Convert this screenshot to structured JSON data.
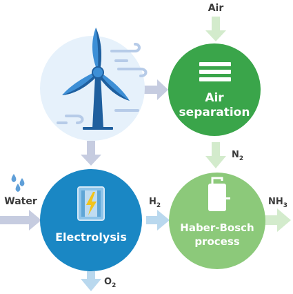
{
  "colors": {
    "wind_bg": "#e6f1fb",
    "turbine_blue": "#3d8fd6",
    "turbine_dark": "#1f5f9e",
    "air_sep_green": "#3aa54a",
    "haber_green": "#8cc97a",
    "electrolysis_blue": "#1a87c4",
    "arrow_lavender": "#c6cce0",
    "arrow_green_light": "#d3ebcc",
    "arrow_blue_light": "#b9d8ee",
    "label_dark": "#3a3a3a",
    "water_drop": "#5f9fd8"
  },
  "nodes": {
    "air_separation": {
      "line1": "Air",
      "line2": "separation",
      "icon": "layers-icon"
    },
    "electrolysis": {
      "label": "Electrolysis",
      "icon": "electrolysis-cell-icon"
    },
    "haber_bosch": {
      "line1": "Haber-Bosch",
      "line2": "process",
      "icon": "reactor-tank-icon"
    },
    "wind": {
      "icon": "wind-turbine-icon"
    }
  },
  "flows": {
    "air": "Air",
    "water": "Water",
    "nitrogen": {
      "base": "N",
      "subscript": "2"
    },
    "hydrogen": {
      "base": "H",
      "subscript": "2"
    },
    "oxygen": {
      "base": "O",
      "subscript": "2"
    },
    "ammonia": {
      "base": "NH",
      "subscript": "3"
    }
  }
}
